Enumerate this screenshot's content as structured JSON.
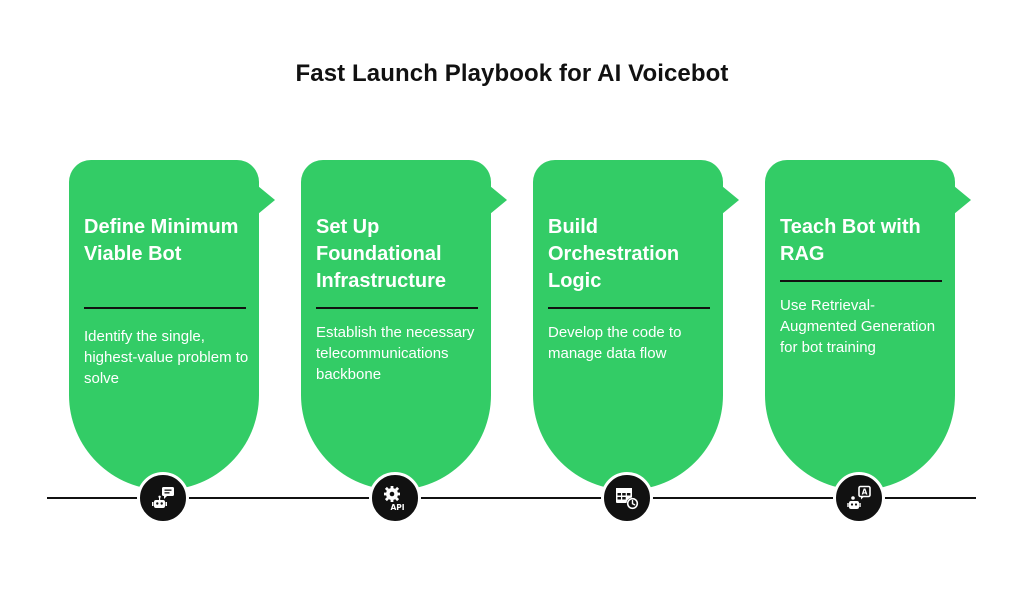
{
  "title": "Fast Launch Playbook for AI Voicebot",
  "colors": {
    "card_green": "#33cc66",
    "text_white": "#ffffff",
    "line_black": "#111111"
  },
  "steps": [
    {
      "title": "Define Minimum Viable Bot",
      "description": "Identify the single, highest-value problem to solve",
      "icon": "robot-chat-icon"
    },
    {
      "title": "Set Up Foundational Infrastructure",
      "description": "Establish the necessary telecommunications backbone",
      "icon": "gear-api-icon",
      "icon_text": "API"
    },
    {
      "title": "Build Orchestration Logic",
      "description": "Develop the code to manage data flow",
      "icon": "table-clock-icon"
    },
    {
      "title": "Teach Bot with RAG",
      "description": "Use Retrieval-Augmented Generation for bot training",
      "icon": "robot-answer-icon",
      "icon_text": "A"
    }
  ]
}
